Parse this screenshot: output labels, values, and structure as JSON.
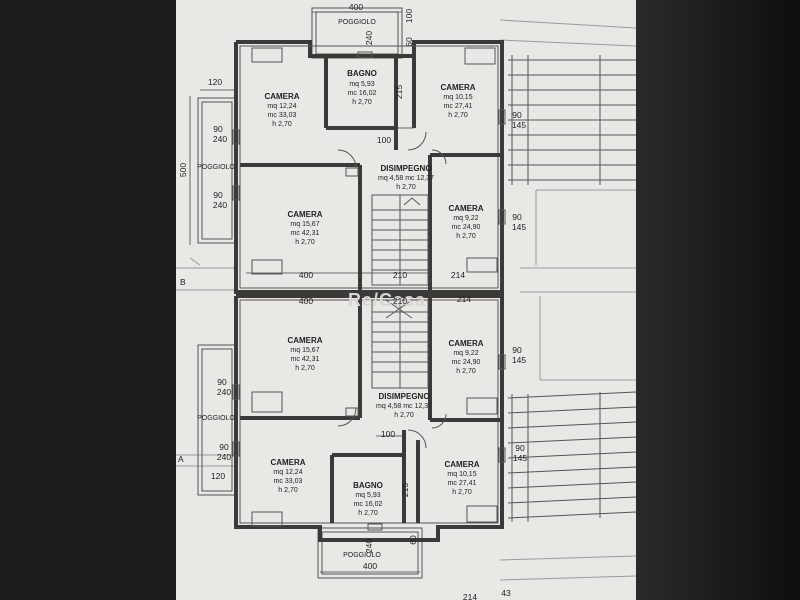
{
  "rooms": [
    {
      "id": "camera-tl",
      "name": "CAMERA",
      "area": "mq 12,24",
      "volume": "mc 33,03",
      "height": "h 2,70"
    },
    {
      "id": "bagno-top",
      "name": "BAGNO",
      "area": "mq 5,93",
      "volume": "mc 16,02",
      "height": "h 2,70"
    },
    {
      "id": "camera-tr",
      "name": "CAMERA",
      "area": "mq 10,15",
      "volume": "mc 27,41",
      "height": "h 2,70"
    },
    {
      "id": "disimpegno-top",
      "name": "DISIMPEGNO",
      "combo": "mq 4,58 mc 12,37",
      "height": "h 2,70"
    },
    {
      "id": "camera-ml-upper",
      "name": "CAMERA",
      "area": "mq 15,67",
      "volume": "mc 42,31",
      "height": "h 2,70"
    },
    {
      "id": "camera-mr-upper",
      "name": "CAMERA",
      "area": "mq 9,22",
      "volume": "mc 24,90",
      "height": "h 2,70"
    },
    {
      "id": "camera-ml-lower",
      "name": "CAMERA",
      "area": "mq 15,67",
      "volume": "mc 42,31",
      "height": "h 2,70"
    },
    {
      "id": "camera-mr-lower",
      "name": "CAMERA",
      "area": "mq 9,22",
      "volume": "mc 24,90",
      "height": "h 2,70"
    },
    {
      "id": "disimpegno-bottom",
      "name": "DISIMPEGNO",
      "combo": "mq 4,58 mc 12,37",
      "height": "h 2,70"
    },
    {
      "id": "camera-bl",
      "name": "CAMERA",
      "area": "mq 12,24",
      "volume": "mc 33,03",
      "height": "h 2,70"
    },
    {
      "id": "bagno-bottom",
      "name": "BAGNO",
      "area": "mq 5,93",
      "volume": "mc 16,02",
      "height": "h 2,70"
    },
    {
      "id": "camera-br",
      "name": "CAMERA",
      "area": "mq 10,15",
      "volume": "mc 27,41",
      "height": "h 2,70"
    }
  ],
  "balconies": {
    "top": "POGGIOLO",
    "left_top": "POGGIOLO",
    "left_bottom": "POGGIOLO",
    "bottom": "POGGIOLO"
  },
  "dimensions": {
    "top_width": "400",
    "top_depth": "100",
    "top_wall_a": "240",
    "top_wall_b": "60",
    "bath_top": "215",
    "door_top": "100",
    "left_offset_top": "120",
    "left_height": "500",
    "left_w1": "90",
    "left_h1": "240",
    "left_w2": "90",
    "left_h2": "240",
    "right_w1": "90",
    "right_h1": "145",
    "right_w2": "90",
    "right_h2": "145",
    "mid_left": "400",
    "mid_stair": "210",
    "mid_right": "214",
    "mid_left_b": "400",
    "mid_stair_b": "210",
    "mid_right_b": "214",
    "right_w3": "90",
    "right_h3": "145",
    "left_w3": "90",
    "left_h3": "240",
    "left_w4": "90",
    "left_h4": "240",
    "door_bottom": "100",
    "bath_bottom": "215",
    "left_offset_bottom": "120",
    "right_w4": "90",
    "right_h4": "145",
    "bottom_wall_a": "240",
    "bottom_wall_b": "60",
    "bottom_width": "400",
    "footer_a": "214",
    "footer_b": "43"
  },
  "side_labels": {
    "left_marker_top": "B",
    "left_marker_bottom": "A"
  },
  "watermark": "Re/Casa"
}
